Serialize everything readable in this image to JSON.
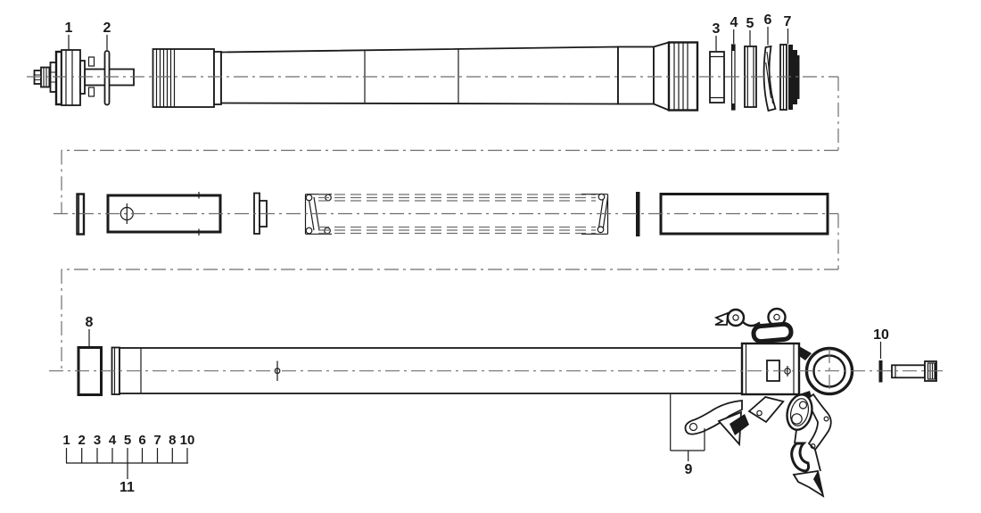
{
  "colors": {
    "background": "#ffffff",
    "line": "#1a1a1a",
    "phantom": "#6e6e6e"
  },
  "callouts": {
    "c1": "1",
    "c2": "2",
    "c3": "3",
    "c4": "4",
    "c5": "5",
    "c6": "6",
    "c7": "7",
    "c8": "8",
    "c9": "9",
    "c10": "10"
  },
  "legend": {
    "items": [
      "1",
      "2",
      "3",
      "4",
      "5",
      "6",
      "7",
      "8",
      "10"
    ],
    "group": "11"
  }
}
